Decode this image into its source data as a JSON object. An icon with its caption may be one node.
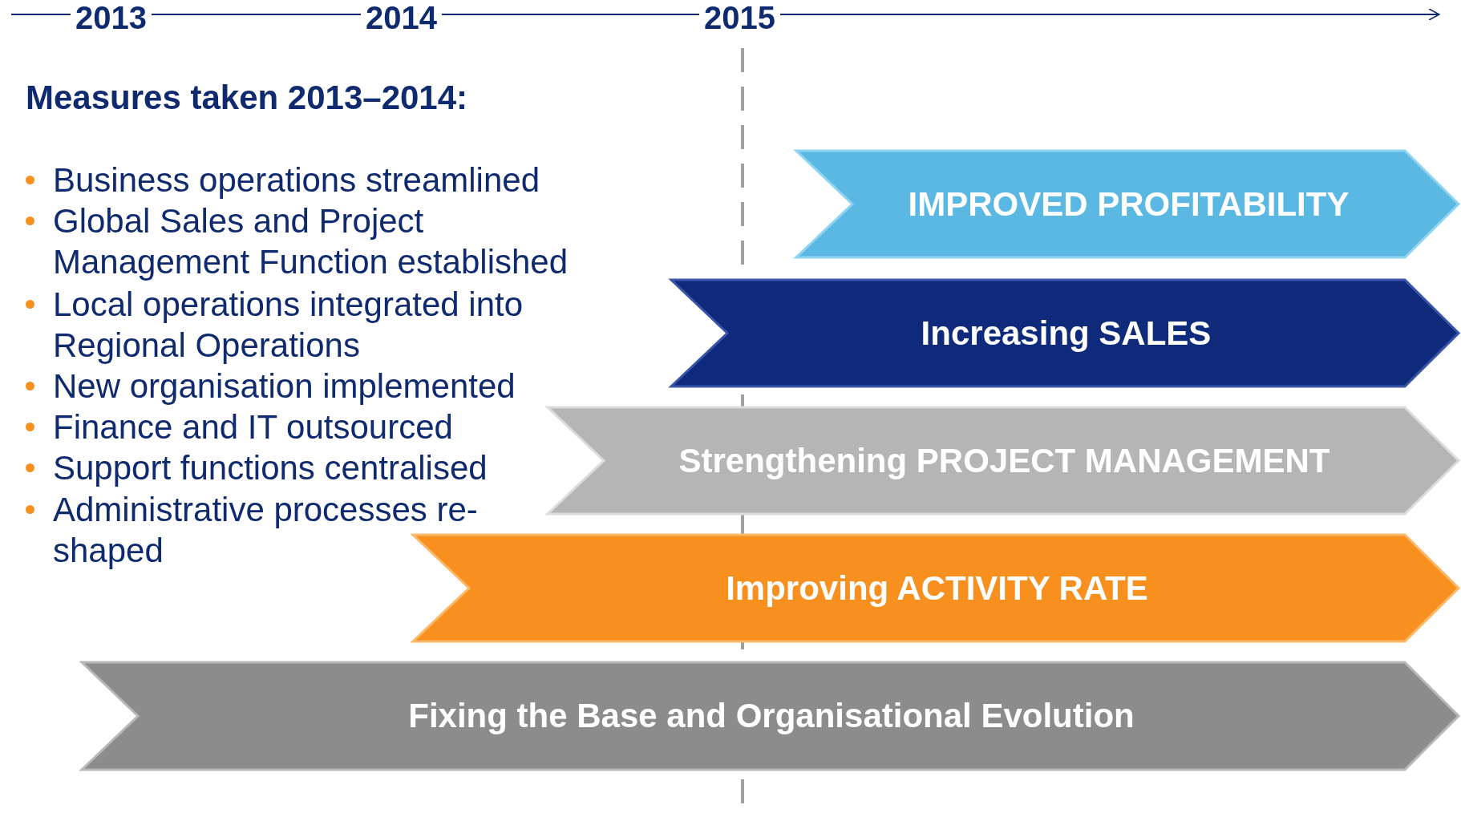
{
  "diagram": {
    "nodes": [
      {
        "text": [
          "IMPROVED PROFITABILITY"
        ]
      },
      {
        "text": [
          "Increasing SALES"
        ]
      },
      {
        "text": [
          "Strengthening PROJECT MANAGEMENT"
        ]
      },
      {
        "text": [
          "Improving ACTIVITY RATE"
        ]
      },
      {
        "text": [
          "Fixing the Base and Organisational Evolution"
        ]
      }
    ],
    "edges": [],
    "labels": [
      "2013",
      "2014",
      "2015",
      "Measures taken 2013–2014:",
      "Business operations streamlined",
      "Global Sales and Project Management Function established",
      "Local operations integrated into Regional Operations",
      "New organisation implemented",
      "Finance and IT outsourced",
      "Support functions centralised",
      "Administrative processes re-shaped"
    ]
  }
}
